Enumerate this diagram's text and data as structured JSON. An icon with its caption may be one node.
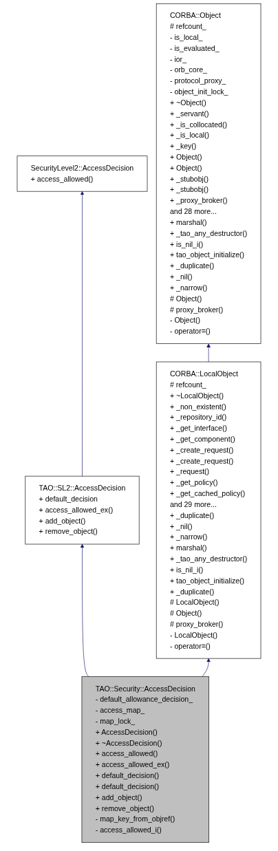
{
  "diagram": {
    "nodes": [
      {
        "text": [
          "CORBA::Object",
          "# refcount_",
          "- is_local_",
          "- is_evaluated_",
          "- ior_",
          "- orb_core_",
          "- protocol_proxy_",
          "- object_init_lock_",
          "+ ~Object()",
          "+ _servant()",
          "+ _is_collocated()",
          "+ _is_local()",
          "+ _key()",
          "+ Object()",
          "+ Object()",
          "+ _stubobj()",
          "+ _stubobj()",
          "+ _proxy_broker()",
          "and 28 more...",
          "+ marshal()",
          "+ _tao_any_destructor()",
          "+ is_nil_i()",
          "+ tao_object_initialize()",
          "+ _duplicate()",
          "+ _nil()",
          "+ _narrow()",
          "# Object()",
          "# proxy_broker()",
          "- Object()",
          "- operator=()"
        ]
      },
      {
        "text": [
          "SecurityLevel2::AccessDecision",
          "+ access_allowed()"
        ]
      },
      {
        "text": [
          "CORBA::LocalObject",
          "# refcount_",
          "+ ~LocalObject()",
          "+ _non_existent()",
          "+ _repository_id()",
          "+ _get_interface()",
          "+ _get_component()",
          "+ _create_request()",
          "+ _create_request()",
          "+ _request()",
          "+ _get_policy()",
          "+ _get_cached_policy()",
          "and 29 more...",
          "+ _duplicate()",
          "+ _nil()",
          "+ _narrow()",
          "+ marshal()",
          "+ _tao_any_destructor()",
          "+ is_nil_i()",
          "+ tao_object_initialize()",
          "+ _duplicate()",
          "# LocalObject()",
          "# Object()",
          "# proxy_broker()",
          "- LocalObject()",
          "- operator=()"
        ]
      },
      {
        "text": [
          "TAO::SL2::AccessDecision",
          "+ default_decision",
          "+ access_allowed_ex()",
          "+ add_object()",
          "+ remove_object()"
        ]
      },
      {
        "text": [
          "TAO::Security::AccessDecision",
          "- default_allowance_decision_",
          "- access_map_",
          "- map_lock_",
          "+ AccessDecision()",
          "+ ~AccessDecision()",
          "+ access_allowed()",
          "+ access_allowed_ex()",
          "+ default_decision()",
          "+ default_decision()",
          "+ add_object()",
          "+ remove_object()",
          "- map_key_from_objref()",
          "- access_allowed_i()"
        ]
      }
    ],
    "edges": [
      {
        "from": 2,
        "to": 0,
        "arrow": "to"
      },
      {
        "from": 3,
        "to": 1,
        "arrow": "to"
      },
      {
        "from": 4,
        "to": 3,
        "arrow": "to"
      },
      {
        "from": 4,
        "to": 2,
        "arrow": "to"
      }
    ]
  }
}
